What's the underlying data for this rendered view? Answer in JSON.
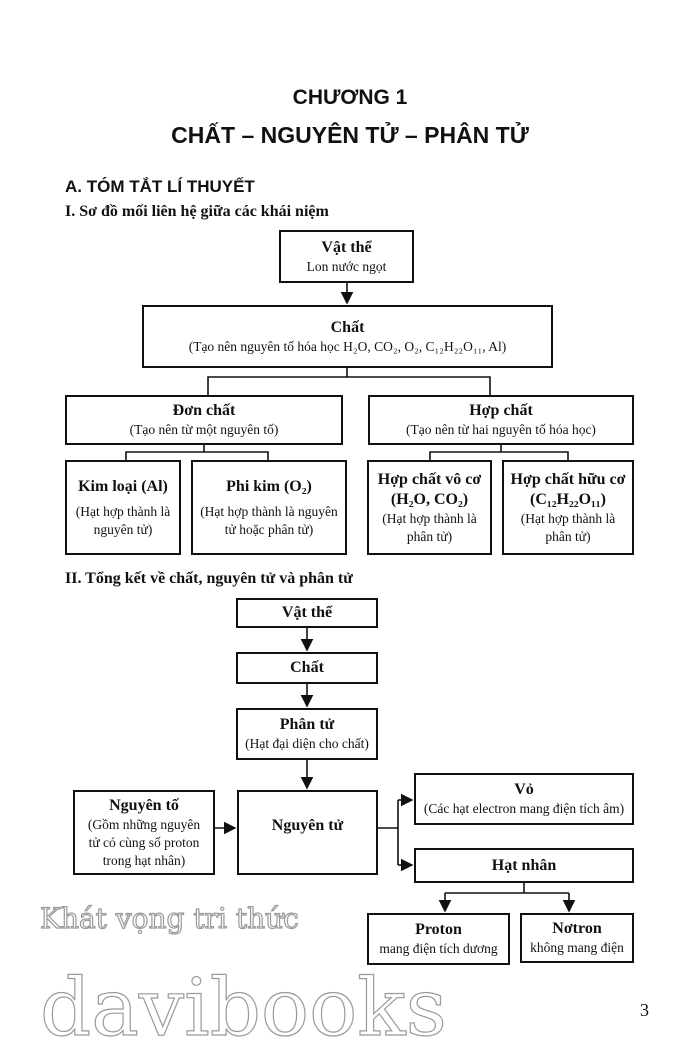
{
  "chapter": "CHƯƠNG 1",
  "chapter_title": "CHẤT – NGUYÊN TỬ – PHÂN TỬ",
  "section_a": "A. TÓM TẮT LÍ THUYẾT",
  "section_1": "I. Sơ đồ mối liên hệ giữa các khái niệm",
  "diagram1": {
    "vat_the": {
      "title": "Vật thể",
      "sub": "Lon nước ngọt"
    },
    "chat": {
      "title": "Chất",
      "sub": "(Tạo nên nguyên tố hóa học  H₂O, CO₂, O₂, C₁₂H₂₂O₁₁, Al)"
    },
    "don_chat": {
      "title": "Đơn chất",
      "sub": "(Tạo nên từ một nguyên tố)"
    },
    "hop_chat": {
      "title": "Hợp chất",
      "sub": "(Tạo nên từ hai nguyên tố hóa học)"
    },
    "kim_loai": {
      "title": "Kim loại (Al)",
      "sub": "(Hạt hợp thành là nguyên tử)"
    },
    "phi_kim": {
      "title": "Phi kim (O₂)",
      "sub": "(Hạt hợp thành là nguyên tử hoặc phân tử)"
    },
    "vo_co": {
      "title": "Hợp chất vô cơ",
      "formula": "(H₂O, CO₂)",
      "sub": "(Hạt hợp thành là phân tử)"
    },
    "huu_co": {
      "title": "Hợp chất hữu cơ",
      "formula": "(C₁₂H₂₂O₁₁)",
      "sub": "(Hạt hợp thành là phân tử)"
    }
  },
  "section_2": "II. Tổng kết về chất, nguyên tử và phân tử",
  "diagram2": {
    "vat_the": "Vật thể",
    "chat": "Chất",
    "phan_tu": {
      "title": "Phân tử",
      "sub": "(Hạt đại diện cho chất)"
    },
    "nguyen_to": {
      "title": "Nguyên tố",
      "sub": "(Gồm những nguyên tử có cùng số proton trong hạt nhân)"
    },
    "nguyen_tu": "Nguyên tử",
    "vo": {
      "title": "Vỏ",
      "sub": "(Các hạt electron mang điện tích âm)"
    },
    "hat_nhan": "Hạt nhân",
    "proton": {
      "title": "Proton",
      "sub": "mang điện tích dương"
    },
    "notron": {
      "title": "Nơtron",
      "sub": "không mang điện"
    }
  },
  "page_number": "3",
  "watermark": {
    "brand": "davibooks",
    "slogan": "Khát vọng tri thức"
  }
}
